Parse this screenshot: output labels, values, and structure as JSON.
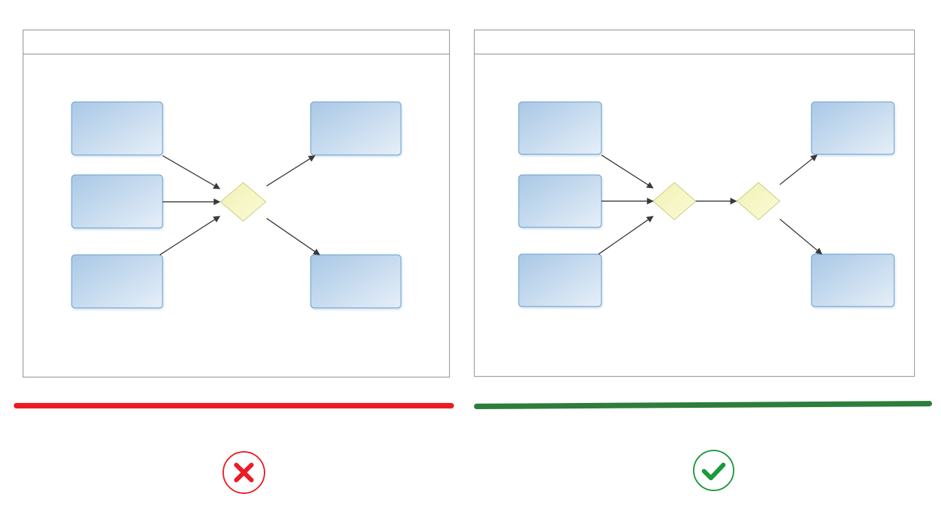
{
  "colors": {
    "page_background": "#ffffff",
    "pool_border": "#9a9a9a",
    "task_fill_start": "#a9c8e6",
    "task_fill_end": "#e6eff8",
    "task_border": "#74a7d6",
    "gateway_fill_start": "#f2f2b6",
    "gateway_fill_end": "#fafad6",
    "gateway_border": "#d2d28c",
    "connector": "#3a3a3a",
    "incorrect_bar": "#ed1c24",
    "correct_bar": "#2e7d3c",
    "incorrect_icon": "#ed1c24",
    "correct_icon": "#1a9a3a"
  },
  "examples": [
    {
      "id": "incorrect",
      "verdict": "incorrect",
      "icon": "x-circle-icon",
      "pool": {
        "tasks": 5,
        "gateways": 1
      }
    },
    {
      "id": "correct",
      "verdict": "correct",
      "icon": "check-circle-icon",
      "pool": {
        "tasks": 5,
        "gateways": 2
      }
    }
  ]
}
